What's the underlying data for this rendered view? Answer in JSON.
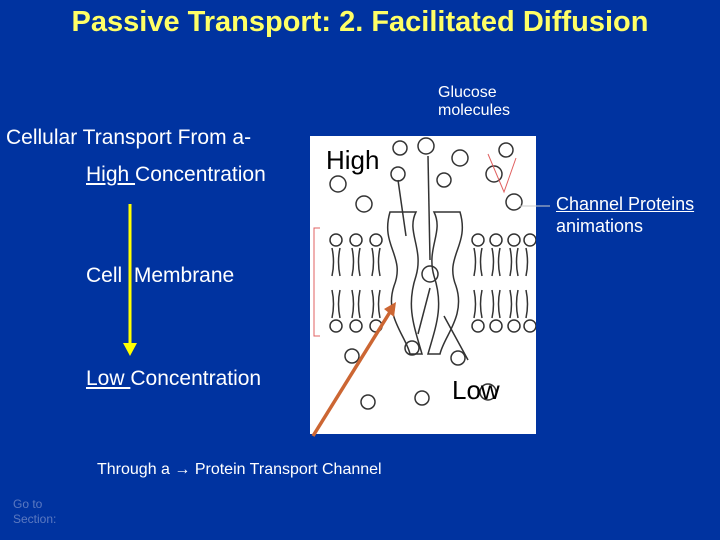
{
  "title": "Passive Transport: 2. Facilitated Diffusion",
  "glucose_label": [
    "Glucose",
    "molecules"
  ],
  "cellular": "Cellular Transport From a-",
  "high_concentration": {
    "word": "High ",
    "rest": "Concentration"
  },
  "membrane_label": "Cell  Membrane",
  "low_concentration": {
    "word": "Low ",
    "rest": "Concentration"
  },
  "through": "Through a → Protein Transport Channel",
  "channel_proteins": {
    "link": "Channel Proteins",
    "text": "animations"
  },
  "goto": [
    "Go to",
    "Section:"
  ],
  "diagram": {
    "high": "High",
    "low": "Low"
  },
  "colors": {
    "background": "#0033a0",
    "title": "#ffff66",
    "down_arrow": "#ffff00",
    "pointer_arrow": "#cc6633"
  }
}
